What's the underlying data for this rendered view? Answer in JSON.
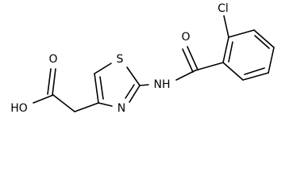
{
  "molecule": {
    "atoms": {
      "o_carbonyl_amide": "O",
      "cl": "Cl",
      "s": "S",
      "nh": "NH",
      "n_ring": "N",
      "o_acid": "O",
      "ho": "HO"
    }
  }
}
